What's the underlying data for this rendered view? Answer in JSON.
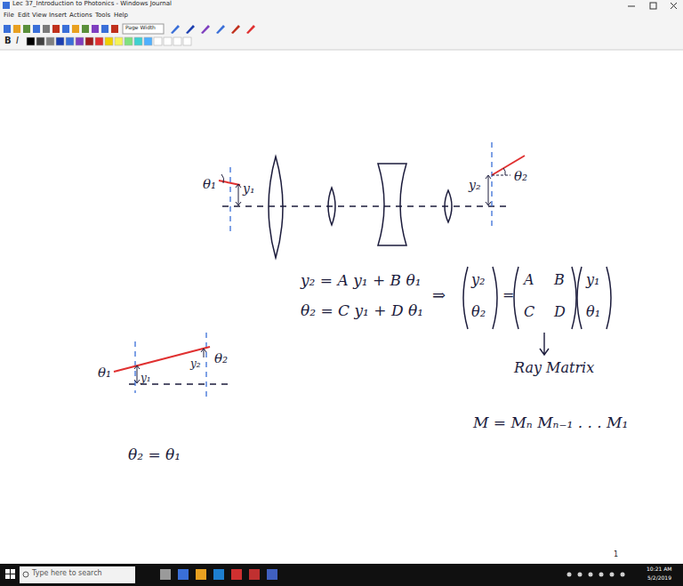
{
  "diagram": {
    "labels": [
      "Lec 37_Introduction to Photonics - Windows Journal",
      "File",
      "Edit",
      "View",
      "Insert",
      "Actions",
      "Tools",
      "Help",
      "Page Width",
      "B",
      "I",
      "θ₁",
      "y₁",
      "y₂",
      "θ₂",
      "y₂ = A y₁ + B θ₁",
      "θ₂ = C y₁ + D θ₁",
      "⇒",
      "y₂",
      "θ₂",
      "=",
      "A",
      "B",
      "C",
      "D",
      "y₁",
      "θ₁",
      "Ray Matrix",
      "M = Mₙ Mₙ₋₁ . . . M₁",
      "θ₁",
      "y₁",
      "y₂",
      "θ₂",
      "θ₂ = θ₁",
      "1",
      "Type here to search",
      "10:21 AM",
      "5/2/2019"
    ]
  }
}
